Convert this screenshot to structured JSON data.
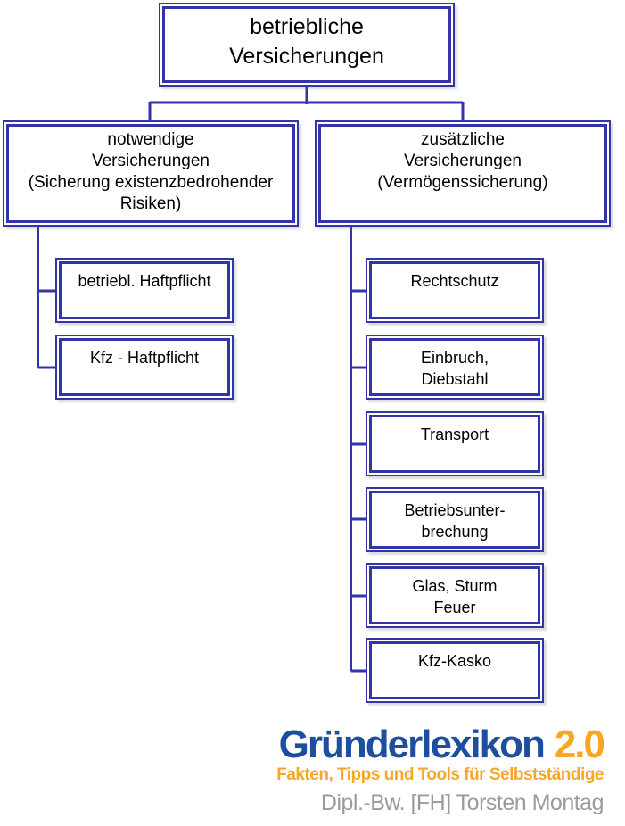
{
  "colors": {
    "box_border": "#3333aa",
    "connector": "#3333aa",
    "text": "#000000",
    "logo_blue": "#1e4f9e",
    "logo_orange": "#f7a823",
    "author_gray": "#9b9b9b"
  },
  "chart": {
    "root": {
      "label": "betriebliche\nVersicherungen"
    },
    "branches": [
      {
        "label": "notwendige\nVersicherungen\n(Sicherung existenzbedrohender\nRisiken)",
        "children": [
          {
            "label": "betriebl. Haftpflicht"
          },
          {
            "label": "Kfz - Haftpflicht"
          }
        ]
      },
      {
        "label": "zusätzliche\nVersicherungen\n(Vermögenssicherung)",
        "children": [
          {
            "label": "Rechtschutz"
          },
          {
            "label": "Einbruch,\nDiebstahl"
          },
          {
            "label": "Transport"
          },
          {
            "label": "Betriebsunter-\nbrechung"
          },
          {
            "label": "Glas, Sturm\nFeuer"
          },
          {
            "label": "Kfz-Kasko"
          }
        ]
      }
    ]
  },
  "footer": {
    "logo_text": "Gründerlexikon",
    "logo_version": "2.0",
    "tagline": "Fakten, Tipps und Tools für Selbstständige",
    "author": "Dipl.-Bw. [FH] Torsten Montag"
  }
}
